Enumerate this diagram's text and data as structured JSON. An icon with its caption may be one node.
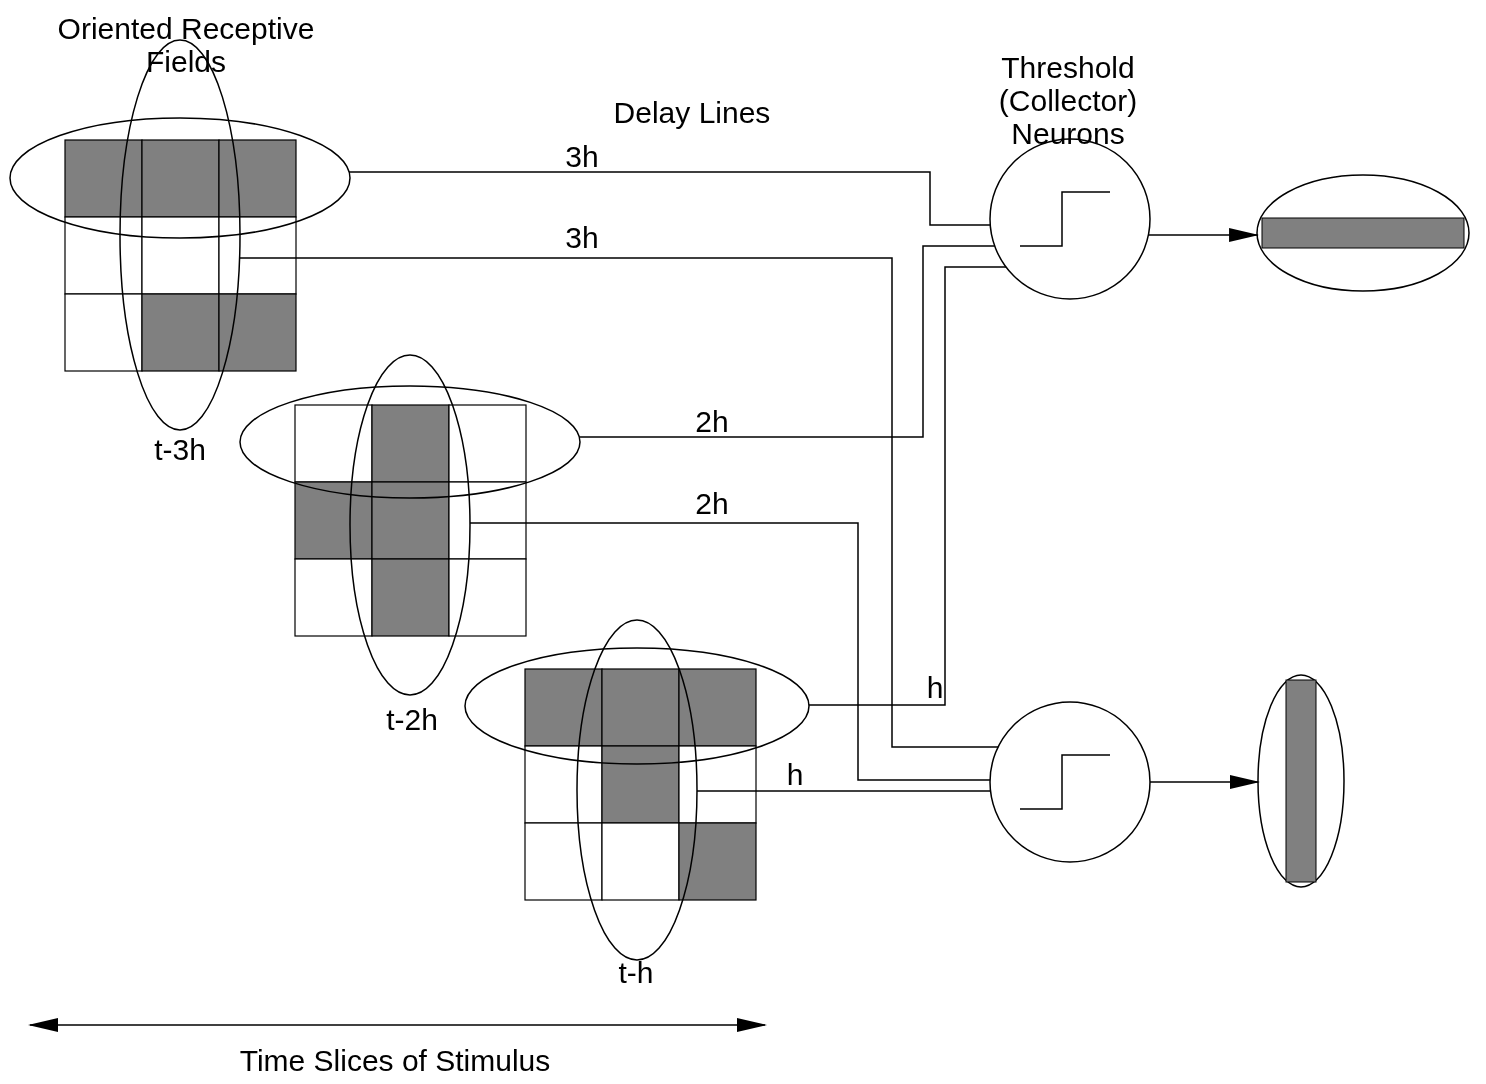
{
  "diagram": {
    "nodes": [
      {
        "text": [],
        "shape": "circle"
      },
      {
        "text": [],
        "shape": "circle"
      },
      {
        "text": [],
        "shape": "ellipse"
      },
      {
        "text": [],
        "shape": "ellipse"
      },
      {
        "text": [],
        "shape": "ellipse"
      },
      {
        "text": [],
        "shape": "ellipse",
        "beside": [
          "t-3h"
        ]
      },
      {
        "text": [],
        "shape": "ellipse"
      },
      {
        "text": [],
        "shape": "ellipse",
        "beside": [
          "t-2h"
        ]
      },
      {
        "text": [],
        "shape": "ellipse"
      },
      {
        "text": [],
        "shape": "ellipse",
        "beside": [
          "t-h"
        ]
      }
    ],
    "edges": [
      {
        "from": 4,
        "to": 0,
        "arrow": "none",
        "label": "3h"
      },
      {
        "from": 5,
        "to": 1,
        "arrow": "none",
        "label": "3h"
      },
      {
        "from": 6,
        "to": 0,
        "arrow": "none",
        "label": "2h"
      },
      {
        "from": 7,
        "to": 1,
        "arrow": "none",
        "label": "2h"
      },
      {
        "from": 8,
        "to": 0,
        "arrow": "none",
        "label": "h"
      },
      {
        "from": 9,
        "to": 1,
        "arrow": "none",
        "label": "h"
      },
      {
        "from": 0,
        "to": 2,
        "arrow": "to"
      },
      {
        "from": 1,
        "to": 3,
        "arrow": "to"
      }
    ],
    "labels": [
      "Oriented Receptive Fields",
      "Delay Lines",
      "Threshold (Collector) Neurons",
      "Time Slices of Stimulus"
    ]
  }
}
